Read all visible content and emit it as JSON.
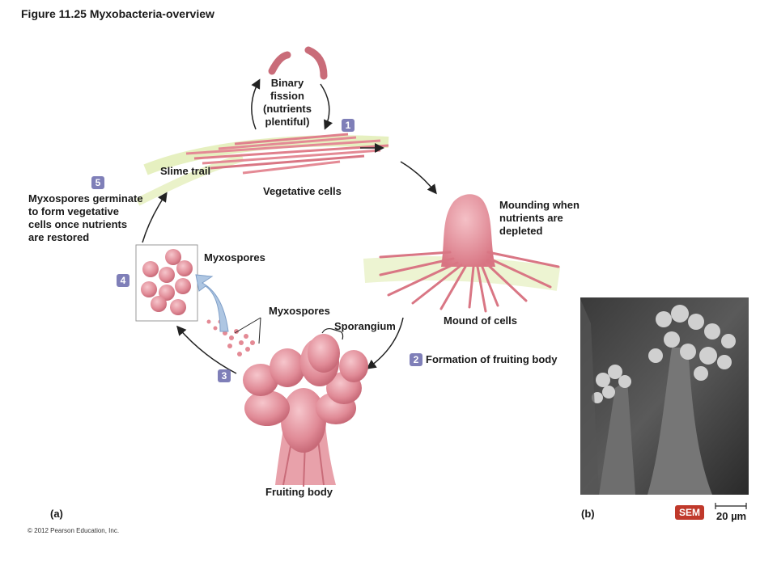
{
  "header": {
    "title": "Figure 11.25  Myxobacteria-overview"
  },
  "labels": {
    "binary_fission": [
      "Binary",
      "fission",
      "(nutrients",
      "plentiful)"
    ],
    "slime_trail": "Slime trail",
    "vegetative_cells": "Vegetative cells",
    "mounding": [
      "Mounding when",
      "nutrients are",
      "depleted"
    ],
    "mound_of_cells": "Mound of cells",
    "formation": "Formation of fruiting body",
    "fruiting_body": "Fruiting body",
    "sporangium": "Sporangium",
    "myxospores_top": "Myxospores",
    "myxospores_mid": "Myxospores",
    "germinate": [
      "Myxospores germinate",
      "to form vegetative",
      "cells once nutrients",
      "are restored"
    ]
  },
  "badges": {
    "s1": "1",
    "s2": "2",
    "s3": "3",
    "s4": "4",
    "s5": "5"
  },
  "panels": {
    "a": "(a)",
    "b": "(b)"
  },
  "micrograph": {
    "mode": "SEM",
    "scale": "20 µm"
  },
  "footer": {
    "copyright": "© 2012 Pearson Education, Inc."
  },
  "colors": {
    "cell_pink": "#e48a95",
    "cell_light": "#f2b8bf",
    "badge": "#7f7fb8",
    "sem_badge": "#c0392b",
    "slime": "#dce9a5"
  }
}
